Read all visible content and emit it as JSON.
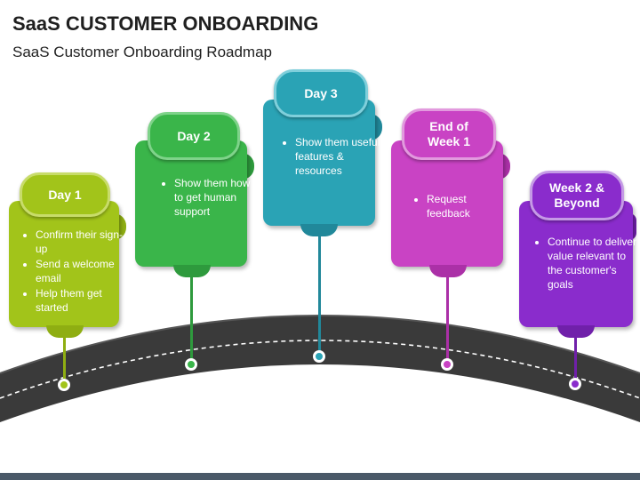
{
  "title": "SaaS CUSTOMER ONBOARDING",
  "subtitle": "SaaS Customer Onboarding Roadmap",
  "colors": {
    "day1": "#a2c41a",
    "day2": "#3ab54a",
    "day3": "#2aa3b5",
    "week1": "#c943c4",
    "week2": "#8a2ccc",
    "road": "#3b3b3b"
  },
  "milestones": [
    {
      "label": "Day 1",
      "bullets": [
        "Confirm their sign-up",
        "Send a welcome email",
        "Help them get started"
      ]
    },
    {
      "label": "Day 2",
      "bullets": [
        "Show them how to get human support"
      ]
    },
    {
      "label": "Day 3",
      "bullets": [
        "Show them useful features & resources"
      ]
    },
    {
      "label": "End of\nWeek 1",
      "bullets": [
        "Request feedback"
      ]
    },
    {
      "label": "Week 2 &\nBeyond",
      "bullets": [
        "Continue to deliver value relevant to the customer's goals"
      ]
    }
  ]
}
